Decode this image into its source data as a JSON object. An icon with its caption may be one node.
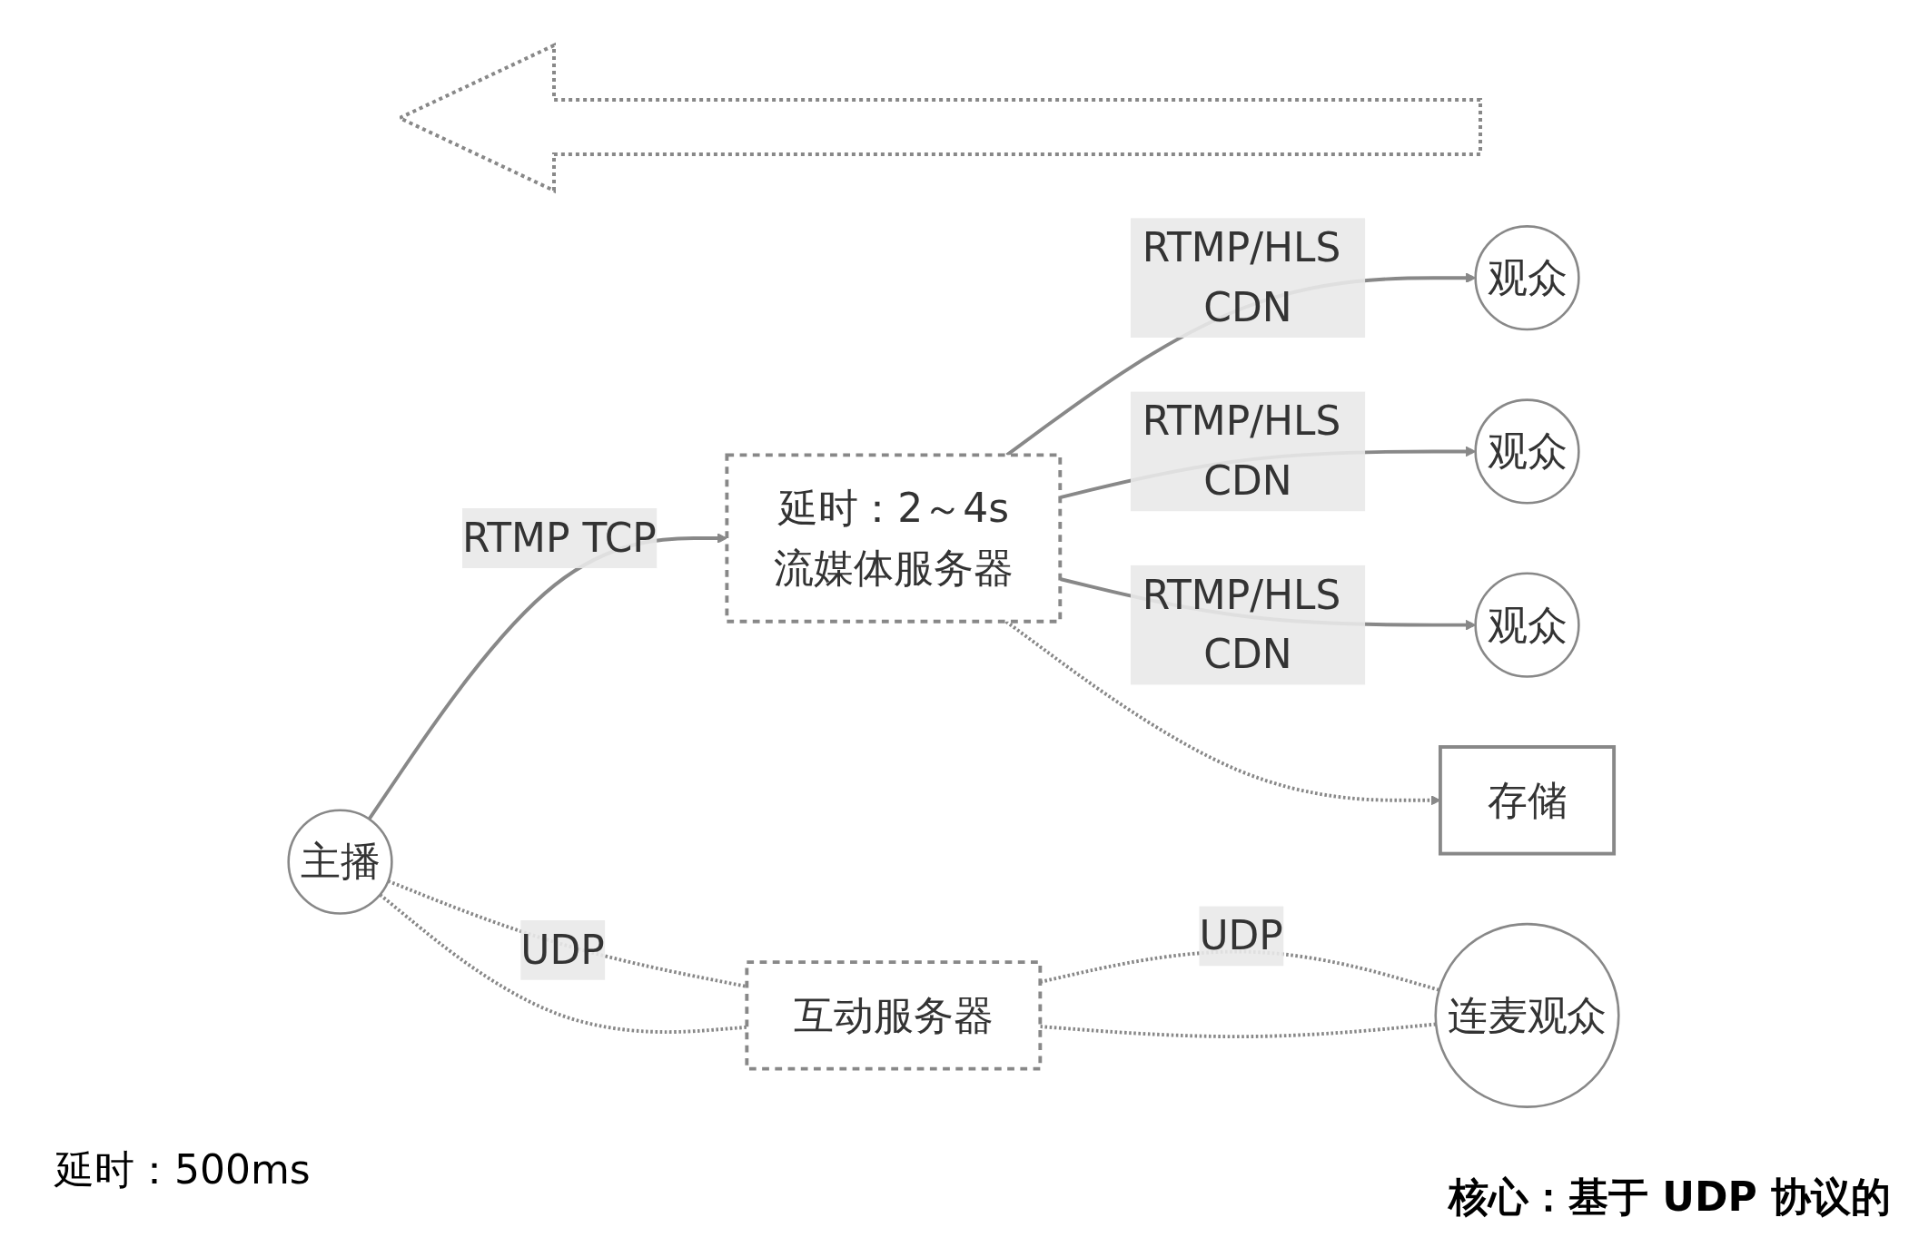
{
  "diagram": {
    "nodes": [
      {
        "text": [
          "主播"
        ]
      },
      {
        "text": [
          "延时：2～4s",
          "流媒体服务器"
        ]
      },
      {
        "text": [
          "观众"
        ]
      },
      {
        "text": [
          "观众"
        ]
      },
      {
        "text": [
          "观众"
        ]
      },
      {
        "text": [
          "互动服务器"
        ]
      },
      {
        "text": [
          "存储"
        ]
      },
      {
        "text": [
          "连麦观众"
        ]
      }
    ],
    "edges": [
      {
        "from": 0,
        "to": 1,
        "arrow": "to",
        "label": "RTMP TCP"
      },
      {
        "from": 1,
        "to": 2,
        "arrow": "to",
        "label": "RTMP/HLS CDN"
      },
      {
        "from": 1,
        "to": 3,
        "arrow": "to",
        "label": "RTMP/HLS CDN"
      },
      {
        "from": 1,
        "to": 4,
        "arrow": "to",
        "label": "RTMP/HLS CDN"
      },
      {
        "from": 1,
        "to": 6,
        "arrow": "to",
        "style": "dashed"
      },
      {
        "from": 0,
        "to": 5,
        "arrow": "none",
        "style": "dashed",
        "label": "UDP"
      },
      {
        "from": 0,
        "to": 5,
        "arrow": "none",
        "style": "dashed"
      },
      {
        "from": 5,
        "to": 7,
        "arrow": "none",
        "style": "dashed",
        "label": "UDP"
      },
      {
        "from": 5,
        "to": 7,
        "arrow": "none",
        "style": "dashed"
      }
    ],
    "labels": [
      "延时：500ms",
      "核心：基于 UDP 协议的"
    ]
  }
}
